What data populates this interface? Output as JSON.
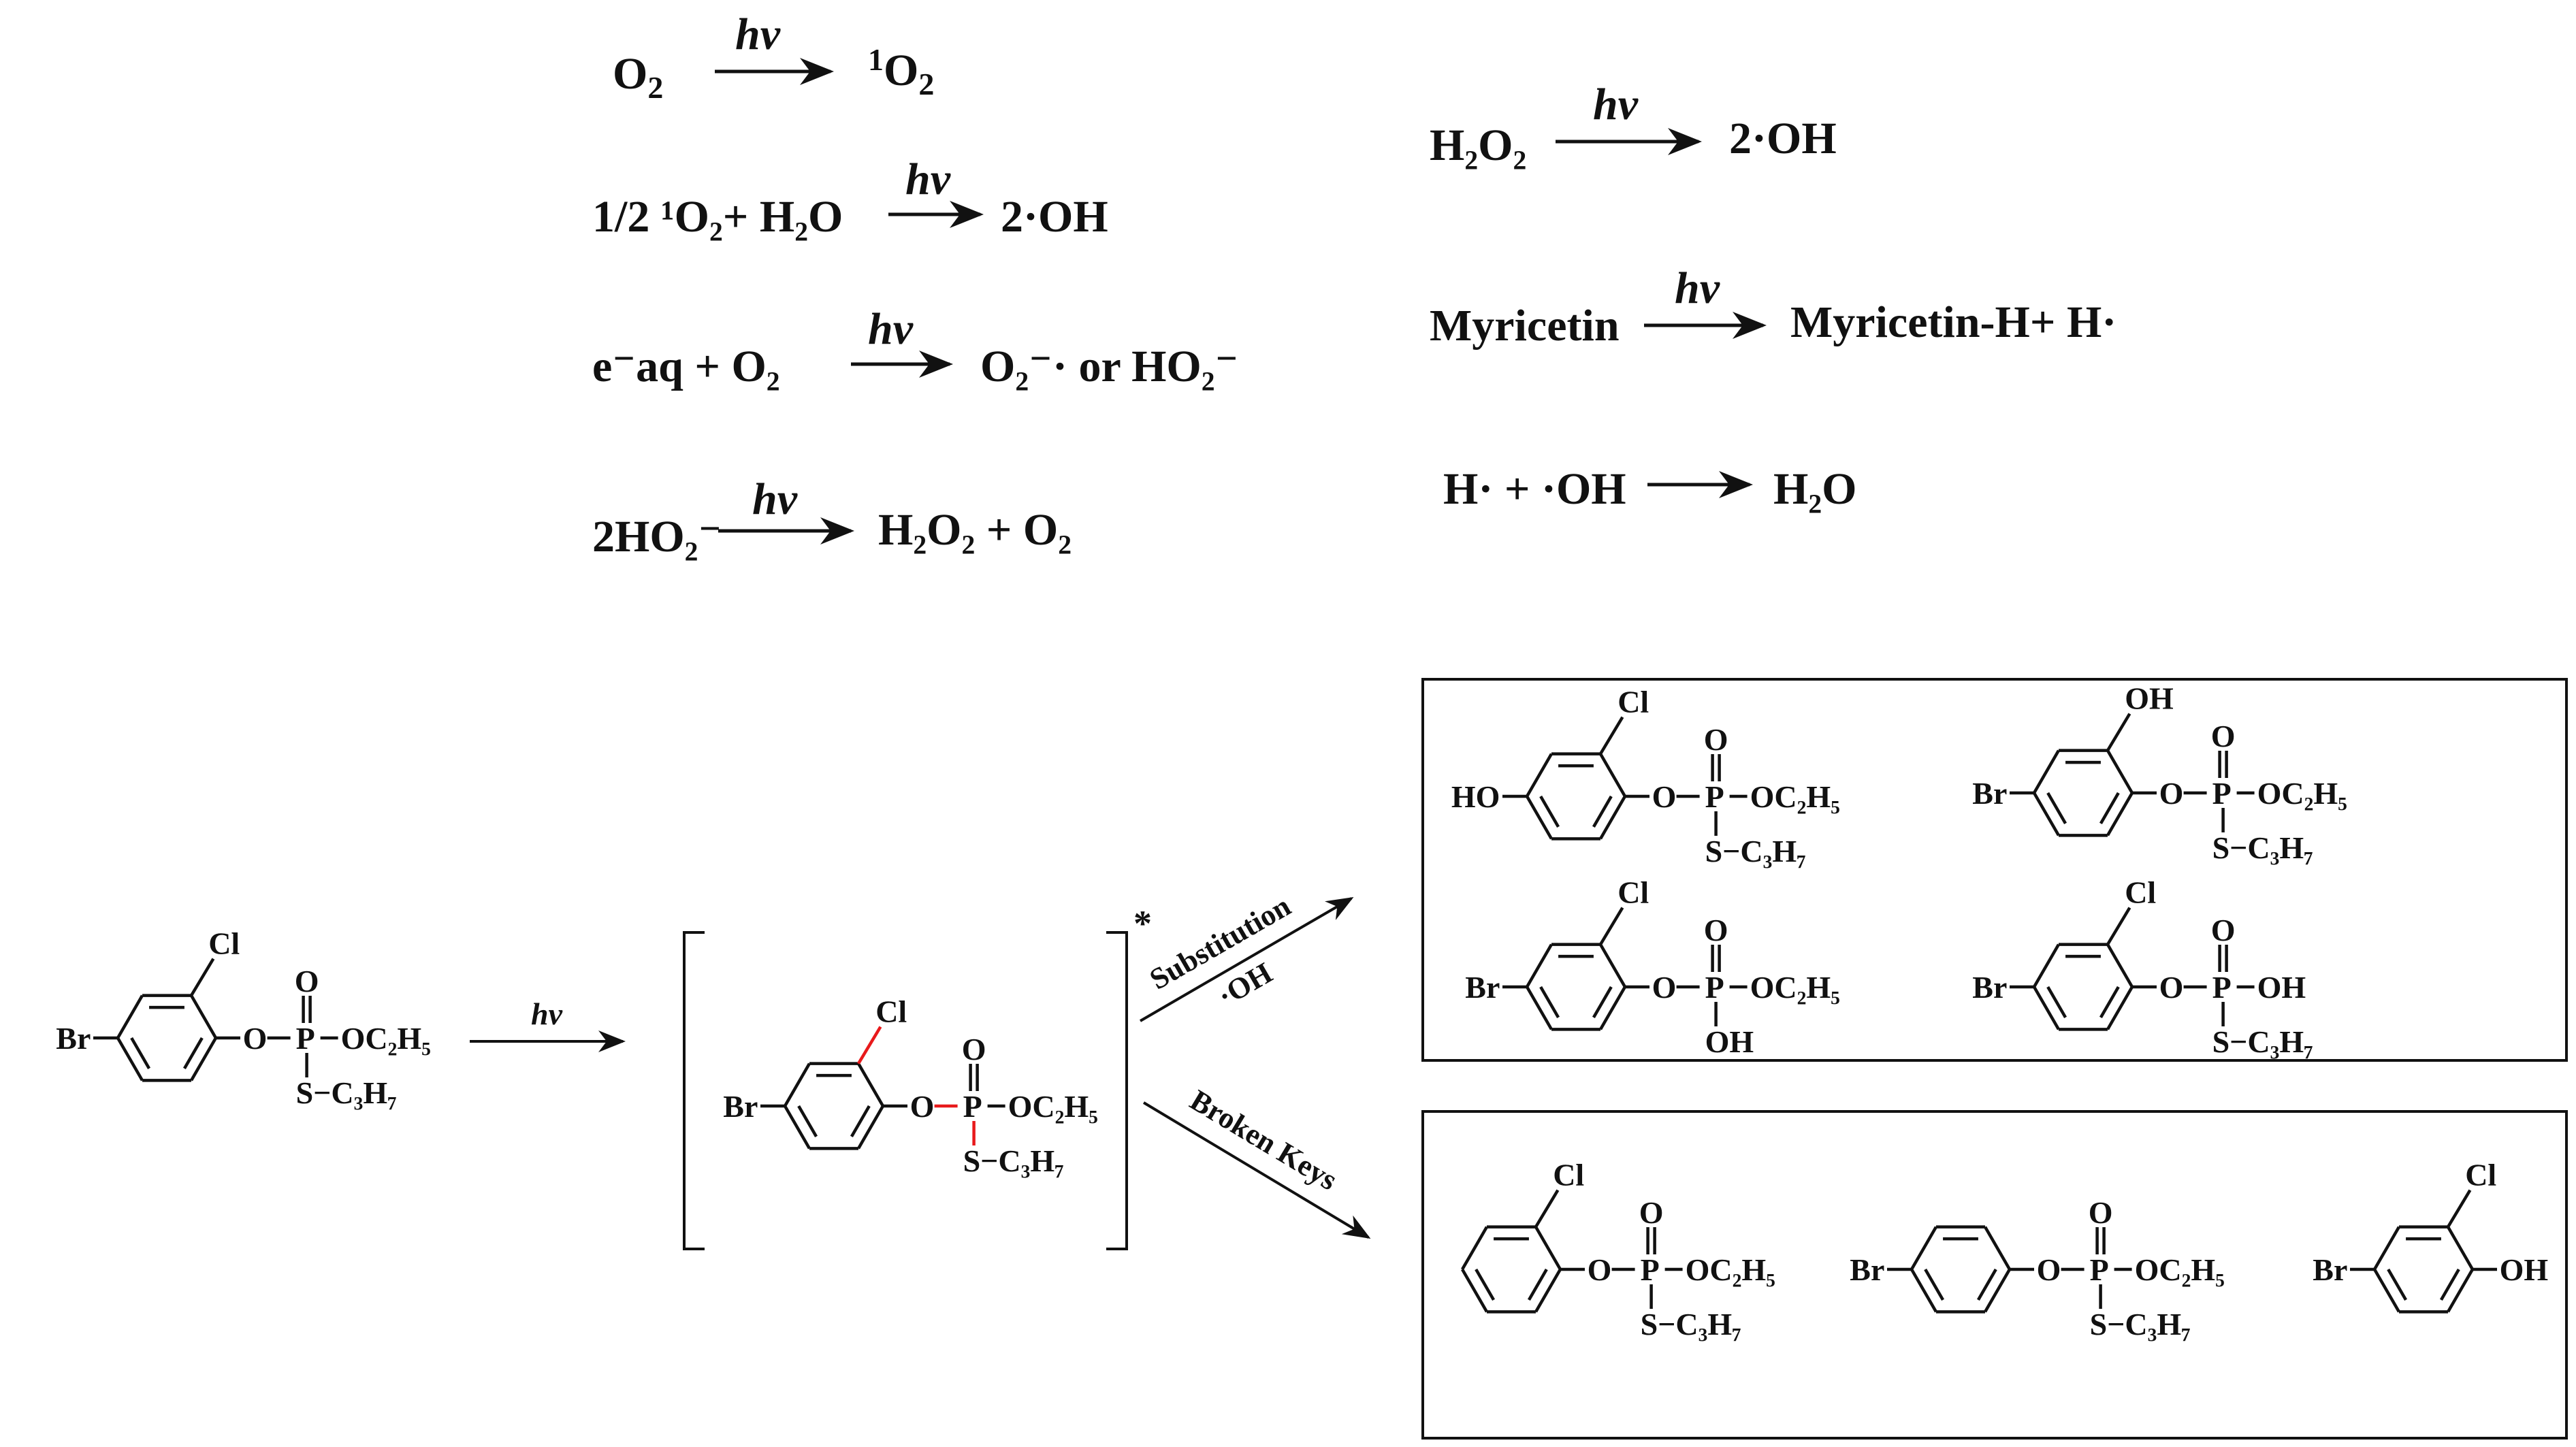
{
  "hv": "hv",
  "equations": [
    {
      "id": "o2-singlet",
      "lhs": [
        "O",
        "2"
      ],
      "rhs": [
        "1",
        "O",
        "2"
      ]
    },
    {
      "id": "singlet-water",
      "lhs": "1/2 ¹O₂+ H₂O",
      "rhs": "2·OH"
    },
    {
      "id": "electron-o2",
      "lhs": "e⁻aq  +  O₂",
      "rhs": "O₂⁻·  or  HO₂⁻"
    },
    {
      "id": "ho2-dismutation",
      "lhs": "2HO₂⁻",
      "rhs": "H₂O₂ +  O₂"
    },
    {
      "id": "h2o2-split",
      "lhs": "H₂O₂",
      "rhs": "2·OH"
    },
    {
      "id": "myricetin",
      "lhs": "Myricetin",
      "rhs": "Myricetin-H+ H·"
    },
    {
      "id": "h-oh",
      "lhs": "H· + ·OH",
      "rhs": "H₂O"
    }
  ],
  "labels": {
    "br": "Br",
    "cl": "Cl",
    "o": "O",
    "p": "P",
    "s": "S",
    "ho": "HO",
    "oh": "OH",
    "oc2h5": "OC₂H₅",
    "sc3h7": "S−C₃H₇",
    "star": "*",
    "substitution": "Substitution",
    "oh_radical": "·OH",
    "broken_keys": "Broken Keys"
  },
  "colors": {
    "ink": "#111111",
    "highlight": "#e8191b"
  }
}
